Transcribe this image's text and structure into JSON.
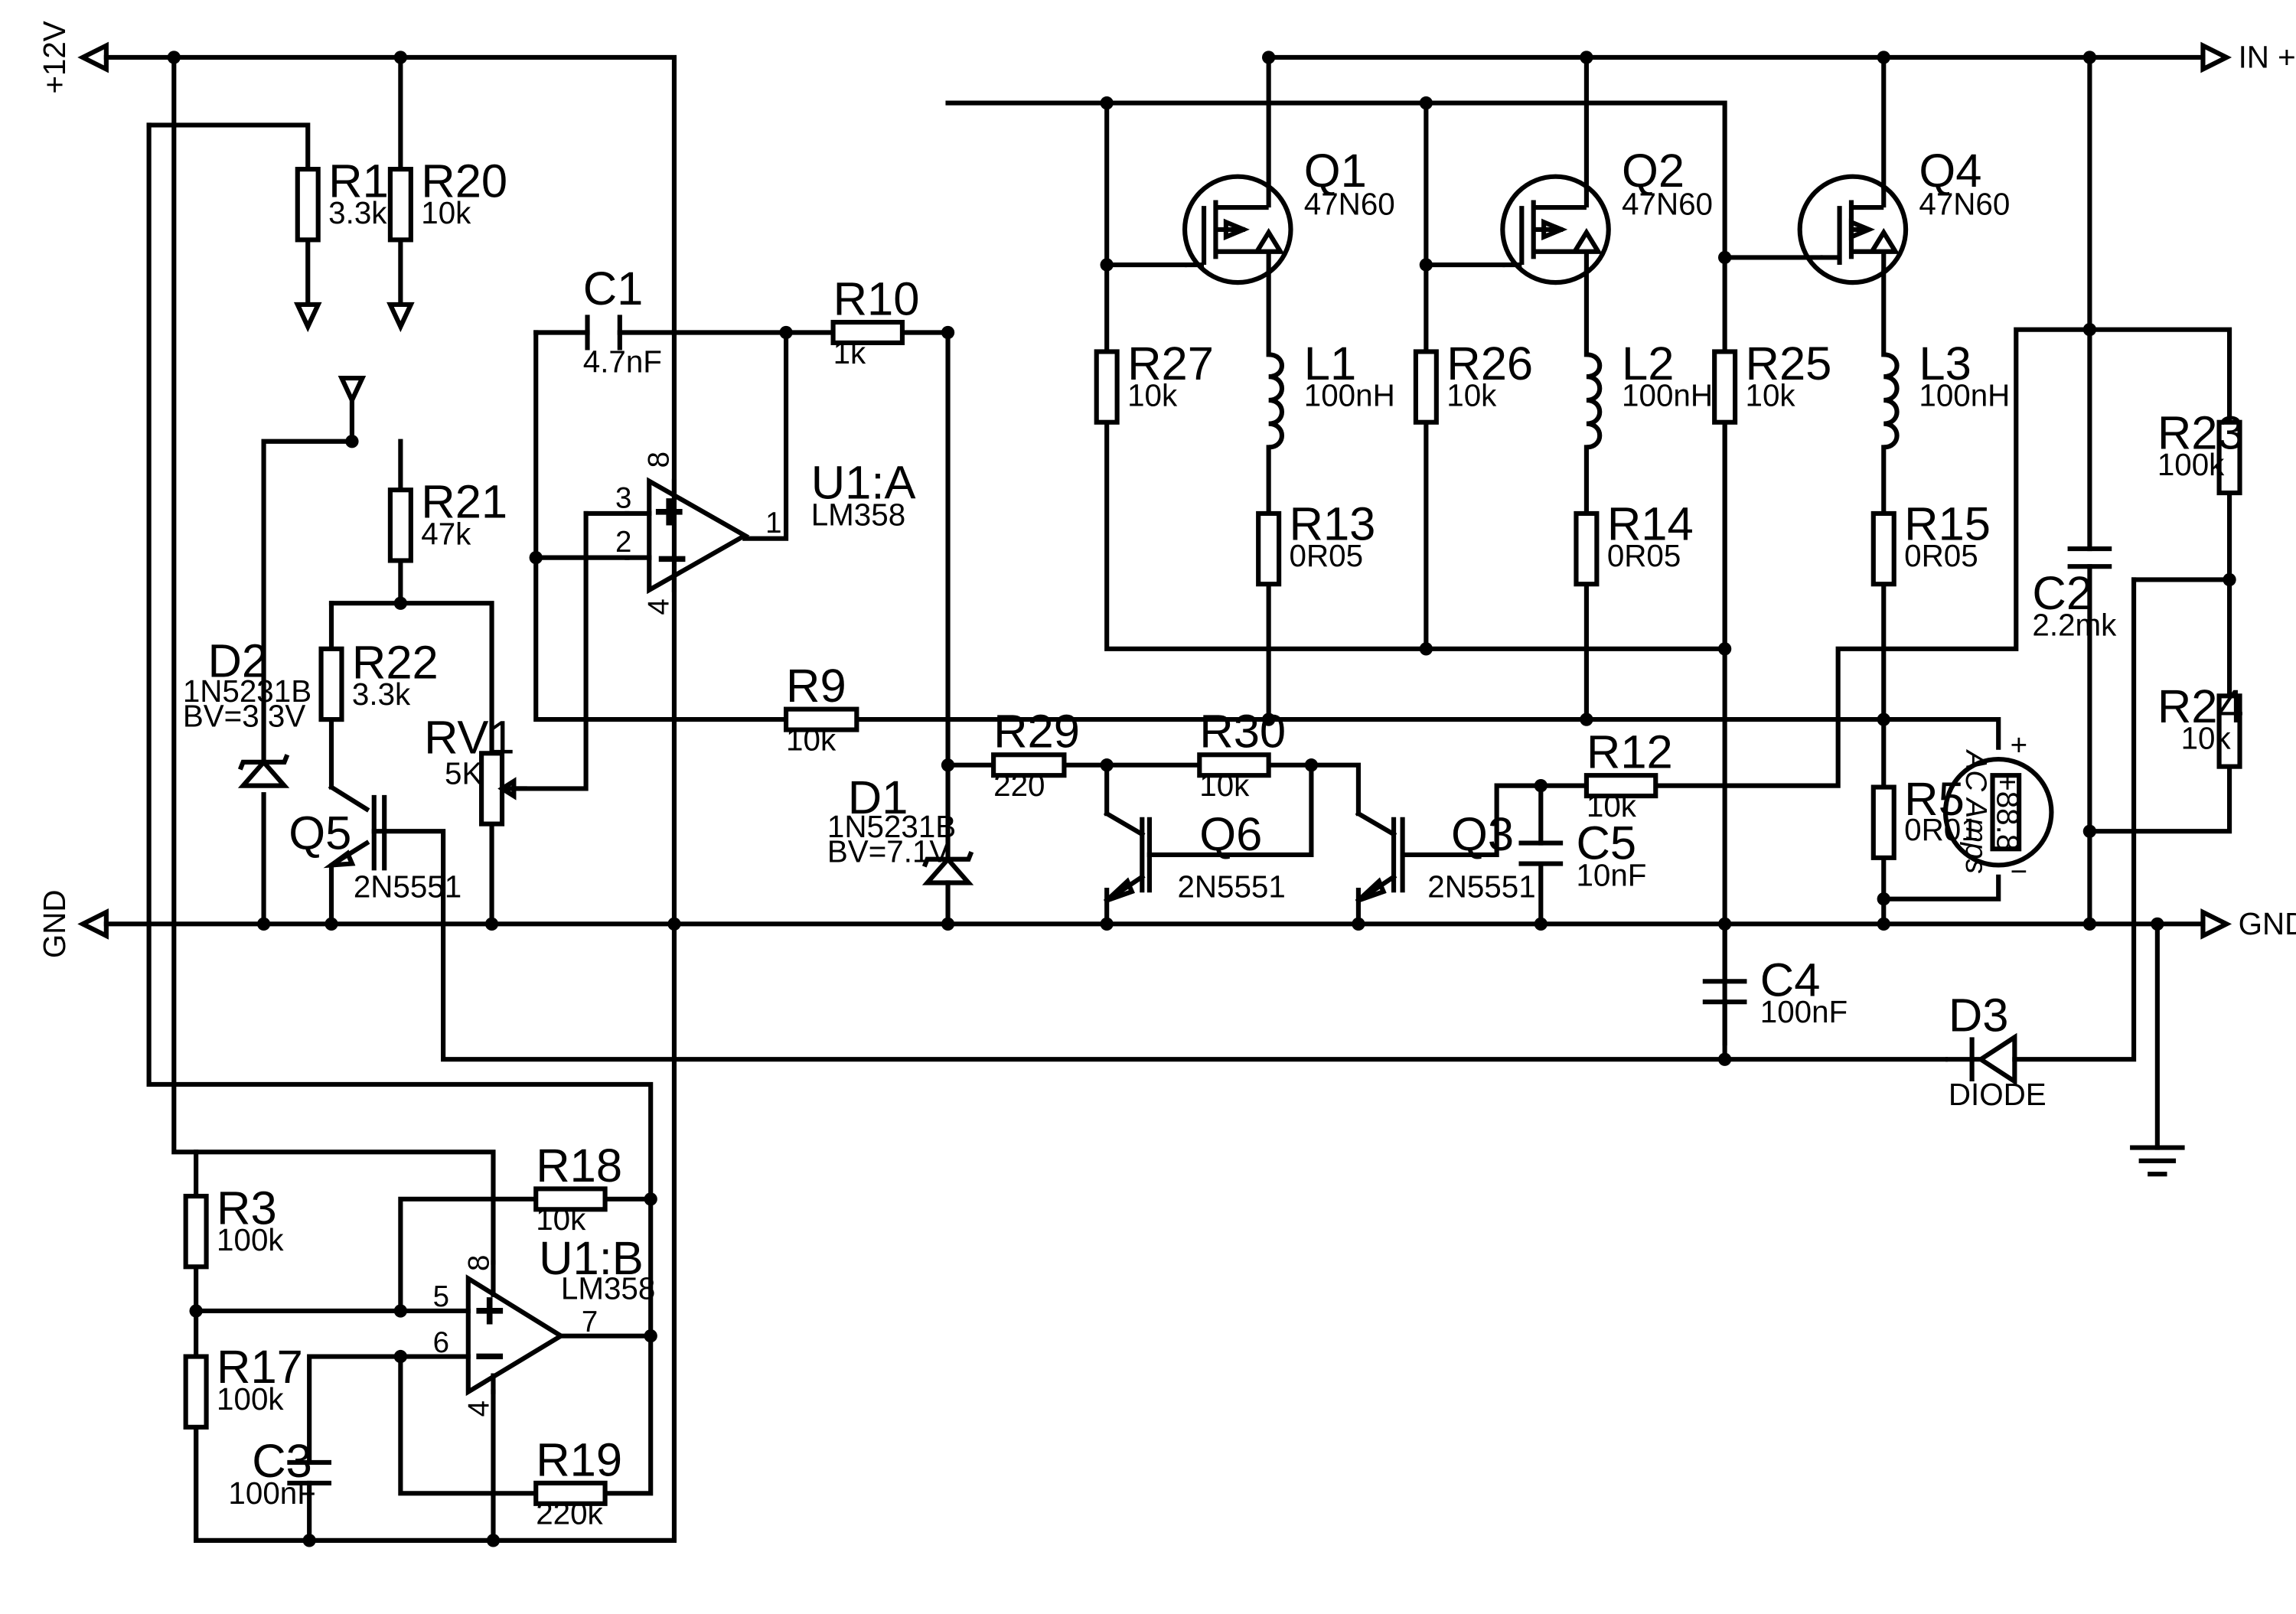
{
  "nets": {
    "vcc": "+12V",
    "gnd_left": "GND",
    "gnd_right": "GND",
    "in_plus": "IN +"
  },
  "components": {
    "R1": {
      "ref": "R1",
      "value": "3.3k"
    },
    "R20": {
      "ref": "R20",
      "value": "10k"
    },
    "R21": {
      "ref": "R21",
      "value": "47k"
    },
    "R22": {
      "ref": "R22",
      "value": "3.3k"
    },
    "RV1": {
      "ref": "RV1",
      "value": "5K"
    },
    "D2": {
      "ref": "D2",
      "value": "1N5231B",
      "bv": "BV=3.3V"
    },
    "Q5": {
      "ref": "Q5",
      "value": "2N5551"
    },
    "C1": {
      "ref": "C1",
      "value": "4.7nF"
    },
    "R10": {
      "ref": "R10",
      "value": "1k"
    },
    "U1A": {
      "ref": "U1:A",
      "value": "LM358",
      "pins": [
        "3",
        "2",
        "1",
        "8",
        "4"
      ]
    },
    "R9": {
      "ref": "R9",
      "value": "10k"
    },
    "D1": {
      "ref": "D1",
      "value": "1N5231B",
      "bv": "BV=7.1V"
    },
    "R29": {
      "ref": "R29",
      "value": "220"
    },
    "R30": {
      "ref": "R30",
      "value": "10k"
    },
    "Q6": {
      "ref": "Q6",
      "value": "2N5551"
    },
    "Q3": {
      "ref": "Q3",
      "value": "2N5551"
    },
    "R12": {
      "ref": "R12",
      "value": "10k"
    },
    "C5": {
      "ref": "C5",
      "value": "10nF"
    },
    "Q1": {
      "ref": "Q1",
      "value": "47N60"
    },
    "Q2": {
      "ref": "Q2",
      "value": "47N60"
    },
    "Q4": {
      "ref": "Q4",
      "value": "47N60"
    },
    "R27": {
      "ref": "R27",
      "value": "10k"
    },
    "R26": {
      "ref": "R26",
      "value": "10k"
    },
    "R25": {
      "ref": "R25",
      "value": "10k"
    },
    "L1": {
      "ref": "L1",
      "value": "100nH"
    },
    "L2": {
      "ref": "L2",
      "value": "100nH"
    },
    "L3": {
      "ref": "L3",
      "value": "100nH"
    },
    "R13": {
      "ref": "R13",
      "value": "0R05"
    },
    "R14": {
      "ref": "R14",
      "value": "0R05"
    },
    "R15": {
      "ref": "R15",
      "value": "0R05"
    },
    "R5": {
      "ref": "R5",
      "value": "0R01"
    },
    "AM1": {
      "display": "+88.8",
      "unit": "AC Amps",
      "plus": "+",
      "minus": "−"
    },
    "C2": {
      "ref": "C2",
      "value": "2.2mk"
    },
    "R23": {
      "ref": "R23",
      "value": "100k"
    },
    "R24": {
      "ref": "R24",
      "value": "10k"
    },
    "C4": {
      "ref": "C4",
      "value": "100nF"
    },
    "D3": {
      "ref": "D3",
      "value": "DIODE"
    },
    "R3": {
      "ref": "R3",
      "value": "100k"
    },
    "R17": {
      "ref": "R17",
      "value": "100k"
    },
    "C3": {
      "ref": "C3",
      "value": "100nF"
    },
    "R18": {
      "ref": "R18",
      "value": "10k"
    },
    "R19": {
      "ref": "R19",
      "value": "220k"
    },
    "U1B": {
      "ref": "U1:B",
      "value": "LM358",
      "pins": [
        "5",
        "6",
        "7",
        "8",
        "4"
      ]
    }
  }
}
